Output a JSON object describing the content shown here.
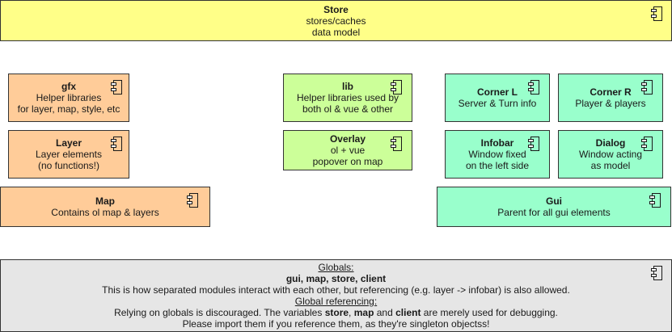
{
  "store": {
    "title": "Store",
    "lines": [
      "stores/caches",
      "data model"
    ]
  },
  "gfx": {
    "title": "gfx",
    "lines": [
      "Helper libraries",
      "for layer, map, style, etc"
    ]
  },
  "layer": {
    "title": "Layer",
    "lines": [
      "Layer elements",
      "(no functions!)"
    ]
  },
  "map": {
    "title": "Map",
    "lines": [
      "Contains ol map & layers"
    ]
  },
  "lib": {
    "title": "lib",
    "lines": [
      "Helper libraries used by",
      "both ol & vue & other"
    ]
  },
  "overlay": {
    "title": "Overlay",
    "lines": [
      "ol + vue",
      "popover on map"
    ]
  },
  "corner_l": {
    "title": "Corner L",
    "lines": [
      "Server & Turn info"
    ]
  },
  "corner_r": {
    "title": "Corner R",
    "lines": [
      "Player & players"
    ]
  },
  "infobar": {
    "title": "Infobar",
    "lines": [
      "Window fixed",
      "on the left side"
    ]
  },
  "dialog": {
    "title": "Dialog",
    "lines": [
      "Window acting",
      "as model"
    ]
  },
  "gui": {
    "title": "Gui",
    "lines": [
      "Parent for all gui elements"
    ]
  },
  "globals": {
    "heading": "Globals:",
    "names": "gui, map, store, client",
    "desc": "This is how separated modules interact with each other, but referencing (e.g. layer -> infobar) is also allowed.",
    "ref_heading": "Global referencing:",
    "ref_pre": "Relying on globals is discouraged. The variables ",
    "ref_store": "store",
    "ref_sep1": ", ",
    "ref_map": "map",
    "ref_and": " and ",
    "ref_client": "client",
    "ref_post": " are merely used for debugging.",
    "ref_line2": "Please import them if you reference them, as they're singleton objectss!"
  },
  "colors": {
    "store": "#ffff88",
    "map_group": "#ffcc99",
    "lib_group": "#ccff99",
    "gui_group": "#99ffcc",
    "globals": "#e6e6e6"
  },
  "icons": {
    "component": "component-icon"
  }
}
